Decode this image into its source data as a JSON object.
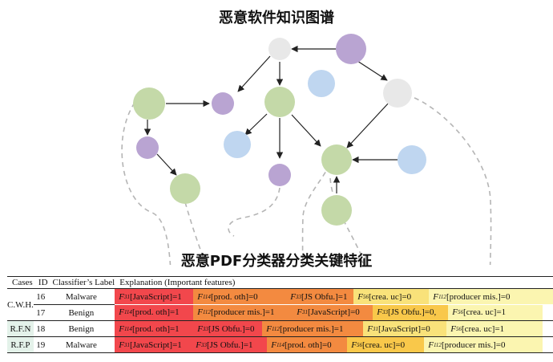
{
  "titles": {
    "knowledge_graph": "恶意软件知识图谱",
    "pdf_features": "恶意PDF分类器分类关键特征"
  },
  "colors": {
    "node_purple": "#b9a4d2",
    "node_green": "#c4d9a8",
    "node_blue": "#bfd6f0",
    "node_gray": "#e8e8e8",
    "feature_red": "#f2474c",
    "feature_orange": "#f38a40",
    "feature_amber": "#f9b940",
    "feature_yellow": "#f8e26a",
    "feature_pale": "#fbf5b0"
  },
  "table": {
    "headers": {
      "cases": "Cases",
      "id": "ID",
      "label": "Classifier’s Label",
      "explanation": "Explanation (Important features)"
    },
    "rows": [
      {
        "case": "C.W.H.",
        "id": "16",
        "label": "Malware",
        "features": [
          {
            "f": "31",
            "text": "[JavaScript]=1",
            "color": "#f2474c"
          },
          {
            "f": "114",
            "text": "[prod. oth]=0",
            "color": "#f38a40"
          },
          {
            "f": "33",
            "text": "[JS Obfu.]=1",
            "color": "#f38a40"
          },
          {
            "f": "56",
            "text": "[crea. uc]=0",
            "color": "#f9e27a"
          },
          {
            "f": "112",
            "text": "[producer mis.]=0",
            "color": "#fbf5b0"
          }
        ]
      },
      {
        "case": "",
        "id": "17",
        "label": "Benign",
        "features": [
          {
            "f": "114",
            "text": "[prod. oth]=1",
            "color": "#f2474c"
          },
          {
            "f": "112",
            "text": "[producer mis.]=1",
            "color": "#f38a40"
          },
          {
            "f": "31",
            "text": "[JavaScript]=0",
            "color": "#f38a40"
          },
          {
            "f": "33",
            "text": "[JS Obfu.]=0,",
            "color": "#f9c84a"
          },
          {
            "f": "56",
            "text": "[crea. uc]=1",
            "color": "#fbf5b0"
          }
        ]
      },
      {
        "case": "R.F.N",
        "id": "18",
        "label": "Benign",
        "features": [
          {
            "f": "114",
            "text": "[prod. oth]=1",
            "color": "#f2474c"
          },
          {
            "f": "33",
            "text": "[JS Obfu.]=0",
            "color": "#f2474c"
          },
          {
            "f": "112",
            "text": "[producer mis.]=1",
            "color": "#f38a40"
          },
          {
            "f": "31",
            "text": "[JavaScript]=0",
            "color": "#f9e27a"
          },
          {
            "f": "56",
            "text": "[crea. uc]=1",
            "color": "#fbf5b0"
          }
        ]
      },
      {
        "case": "R.F.P",
        "id": "19",
        "label": "Malware",
        "features": [
          {
            "f": "31",
            "text": "[JavaScript]=1",
            "color": "#f2474c"
          },
          {
            "f": "33",
            "text": "[JS Obfu.]=1",
            "color": "#f2474c"
          },
          {
            "f": "114",
            "text": "[prod. oth]=0",
            "color": "#f38a40"
          },
          {
            "f": "56",
            "text": "[crea. uc]=0",
            "color": "#f9c84a"
          },
          {
            "f": "112",
            "text": "[producer mis.]=0",
            "color": "#fbf5b0"
          }
        ]
      }
    ]
  }
}
